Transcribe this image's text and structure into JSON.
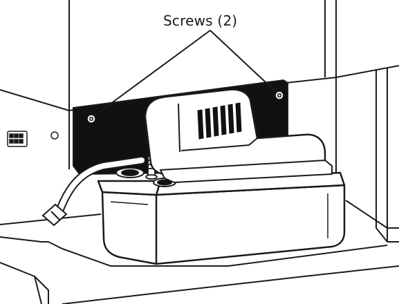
{
  "callout": {
    "label": "Screws (2)"
  },
  "colors": {
    "line": "#1a1a1a",
    "cabinet_fill": "#ffffff",
    "bracket_fill": "#111111",
    "pump_fill": "#ffffff"
  },
  "parts": {
    "bracket": "mounting-bracket",
    "screws": [
      "left-screw",
      "right-screw"
    ],
    "pump_cover": "pump-motor-cover",
    "reservoir": "pump-reservoir-tank",
    "hose": "discharge-hose",
    "connector": "switch-connector"
  }
}
